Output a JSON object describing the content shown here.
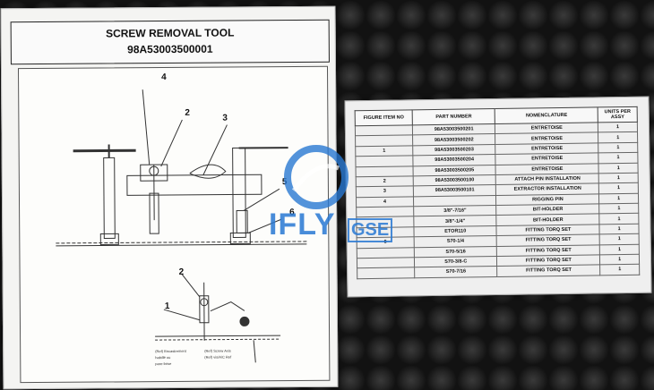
{
  "left_sheet": {
    "title": "SCREW REMOVAL TOOL",
    "part_number": "98A53003500001",
    "callouts": [
      "4",
      "2",
      "3",
      "5",
      "6",
      "2",
      "1"
    ]
  },
  "parts_table": {
    "headers": [
      "FIGURE ITEM NO",
      "PART NUMBER",
      "NOMENCLATURE",
      "UNITS PER ASSY"
    ],
    "rows": [
      {
        "item": "",
        "part": "98A53003500201",
        "name": "ENTRETOISE",
        "units": "1"
      },
      {
        "item": "",
        "part": "98A53003500202",
        "name": "ENTRETOISE",
        "units": "1"
      },
      {
        "item": "1",
        "part": "98A53003500203",
        "name": "ENTRETOISE",
        "units": "1"
      },
      {
        "item": "",
        "part": "98A53003500204",
        "name": "ENTRETOISE",
        "units": "1"
      },
      {
        "item": "",
        "part": "98A53003500205",
        "name": "ENTRETOISE",
        "units": "1"
      },
      {
        "item": "2",
        "part": "98A53003500100",
        "name": "ATTACH PIN INSTALLATION",
        "units": "1"
      },
      {
        "item": "3",
        "part": "98A53003500101",
        "name": "EXTRACTOR INSTALLATION",
        "units": "1"
      },
      {
        "item": "4",
        "part": "",
        "name": "RIGGING PIN",
        "units": "1"
      },
      {
        "item": "",
        "part": "3/8\"-7/16\"",
        "name": "BIT-HOLDER",
        "units": "1"
      },
      {
        "item": "",
        "part": "3/8\"-1/4\"",
        "name": "BIT-HOLDER",
        "units": "1"
      },
      {
        "item": "",
        "part": "ETOR110",
        "name": "FITTING TORQ SET",
        "units": "1"
      },
      {
        "item": "6",
        "part": "S70-1/4",
        "name": "FITTING TORQ SET",
        "units": "1"
      },
      {
        "item": "",
        "part": "S70-5/16",
        "name": "FITTING TORQ SET",
        "units": "1"
      },
      {
        "item": "",
        "part": "S70-3/8-C",
        "name": "FITTING TORQ SET",
        "units": "1"
      },
      {
        "item": "",
        "part": "S70-7/16",
        "name": "FITTING TORQ SET",
        "units": "1"
      }
    ]
  },
  "watermark": {
    "brand": "IFLY",
    "suffix": "GSE"
  },
  "colors": {
    "watermark": "#2878d2",
    "foam": "#161616",
    "paper": "#f4f4f2"
  }
}
